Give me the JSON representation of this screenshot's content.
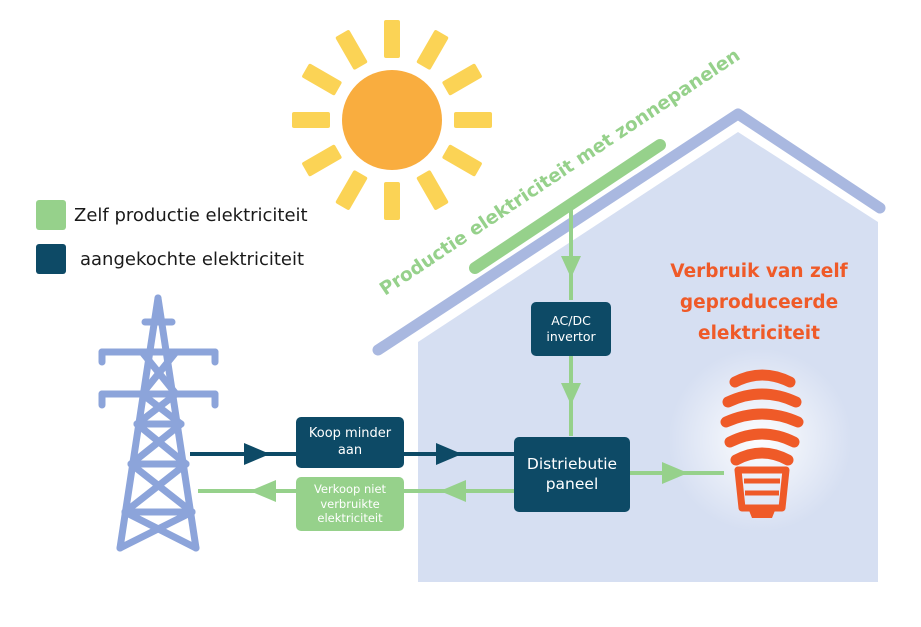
{
  "legend": {
    "items": [
      {
        "label": "Zelf productie elektriciteit",
        "color": "#96d18b"
      },
      {
        "label": "aangekochte elektriciteit",
        "color": "#0d4a66"
      }
    ]
  },
  "solar": {
    "label": "Productie elektriciteit met zonnepanelen"
  },
  "boxes": {
    "inverter": "AC/DC\ninvertor",
    "buy_less": "Koop minder\naan",
    "sell": "Verkoop niet\nverbruikte\nelektriciteit",
    "distribution": "Distriebutie\npaneel"
  },
  "consumption": {
    "line1": "Verbruik van zelf",
    "line2": "geproduceerde",
    "line3": "elektriciteit"
  },
  "icons": [
    "sun-icon",
    "power-pylon-icon",
    "house-icon",
    "solar-panel-icon",
    "light-bulb-icon",
    "arrow-icon"
  ],
  "colors": {
    "green": "#96d18b",
    "navy": "#0d4a66",
    "house": "#d6dff2",
    "roof": "#a9b8e0",
    "pylon": "#8ca4da",
    "sun": "#f9ad3f",
    "sun_rays": "#fbd355",
    "bulb": "#ef5a28"
  }
}
